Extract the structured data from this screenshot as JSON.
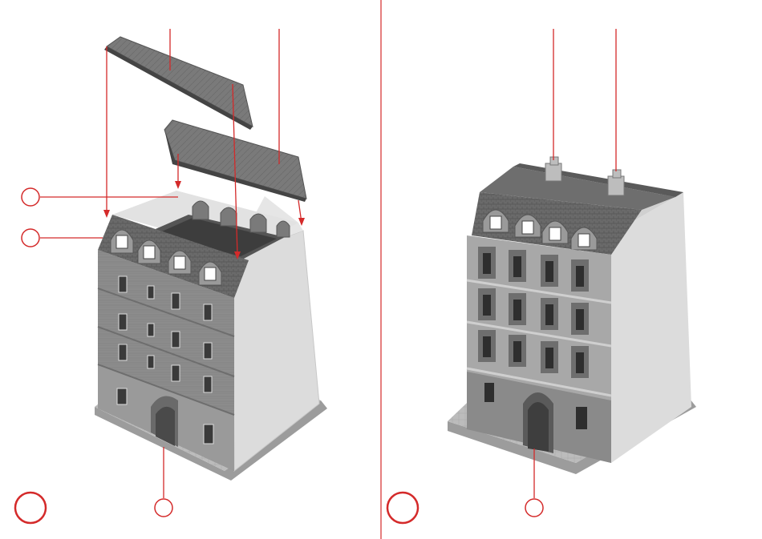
{
  "diagram": {
    "type": "assembly-instruction",
    "panels": [
      {
        "id": "left",
        "content": "exploded-view",
        "step_number": "",
        "callout_numbers": [
          "",
          "",
          ""
        ]
      },
      {
        "id": "right",
        "content": "assembled-view",
        "step_number": "",
        "callout_numbers": [
          ""
        ]
      }
    ],
    "colors": {
      "accent_red": "#d42a2a",
      "wall_dark": "#8a8a8a",
      "wall_light": "#d8d8d8",
      "roof": "#6f6f6f",
      "base": "#bdbdbd"
    }
  }
}
